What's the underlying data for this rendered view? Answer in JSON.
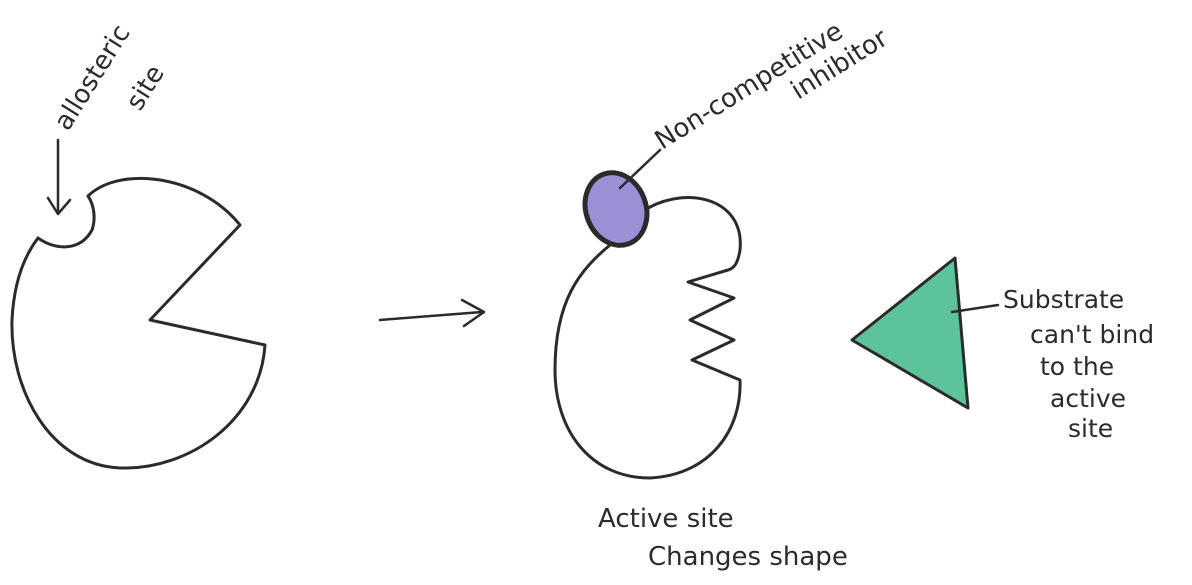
{
  "labels": {
    "allosteric_line1": "allosteric",
    "allosteric_line2": "site",
    "inhibitor_line1": "Non-competitive",
    "inhibitor_line2": "inhibitor",
    "active_site_line1": "Active site",
    "active_site_line2": "Changes shape",
    "substrate_line1": "Substrate",
    "substrate_line2": "can't bind",
    "substrate_line3": "to the",
    "substrate_line4": "active",
    "substrate_line5": "site"
  },
  "colors": {
    "ink": "#2b2b2b",
    "inhibitor_fill": "#9b8fd6",
    "substrate_fill": "#5cc39a"
  }
}
